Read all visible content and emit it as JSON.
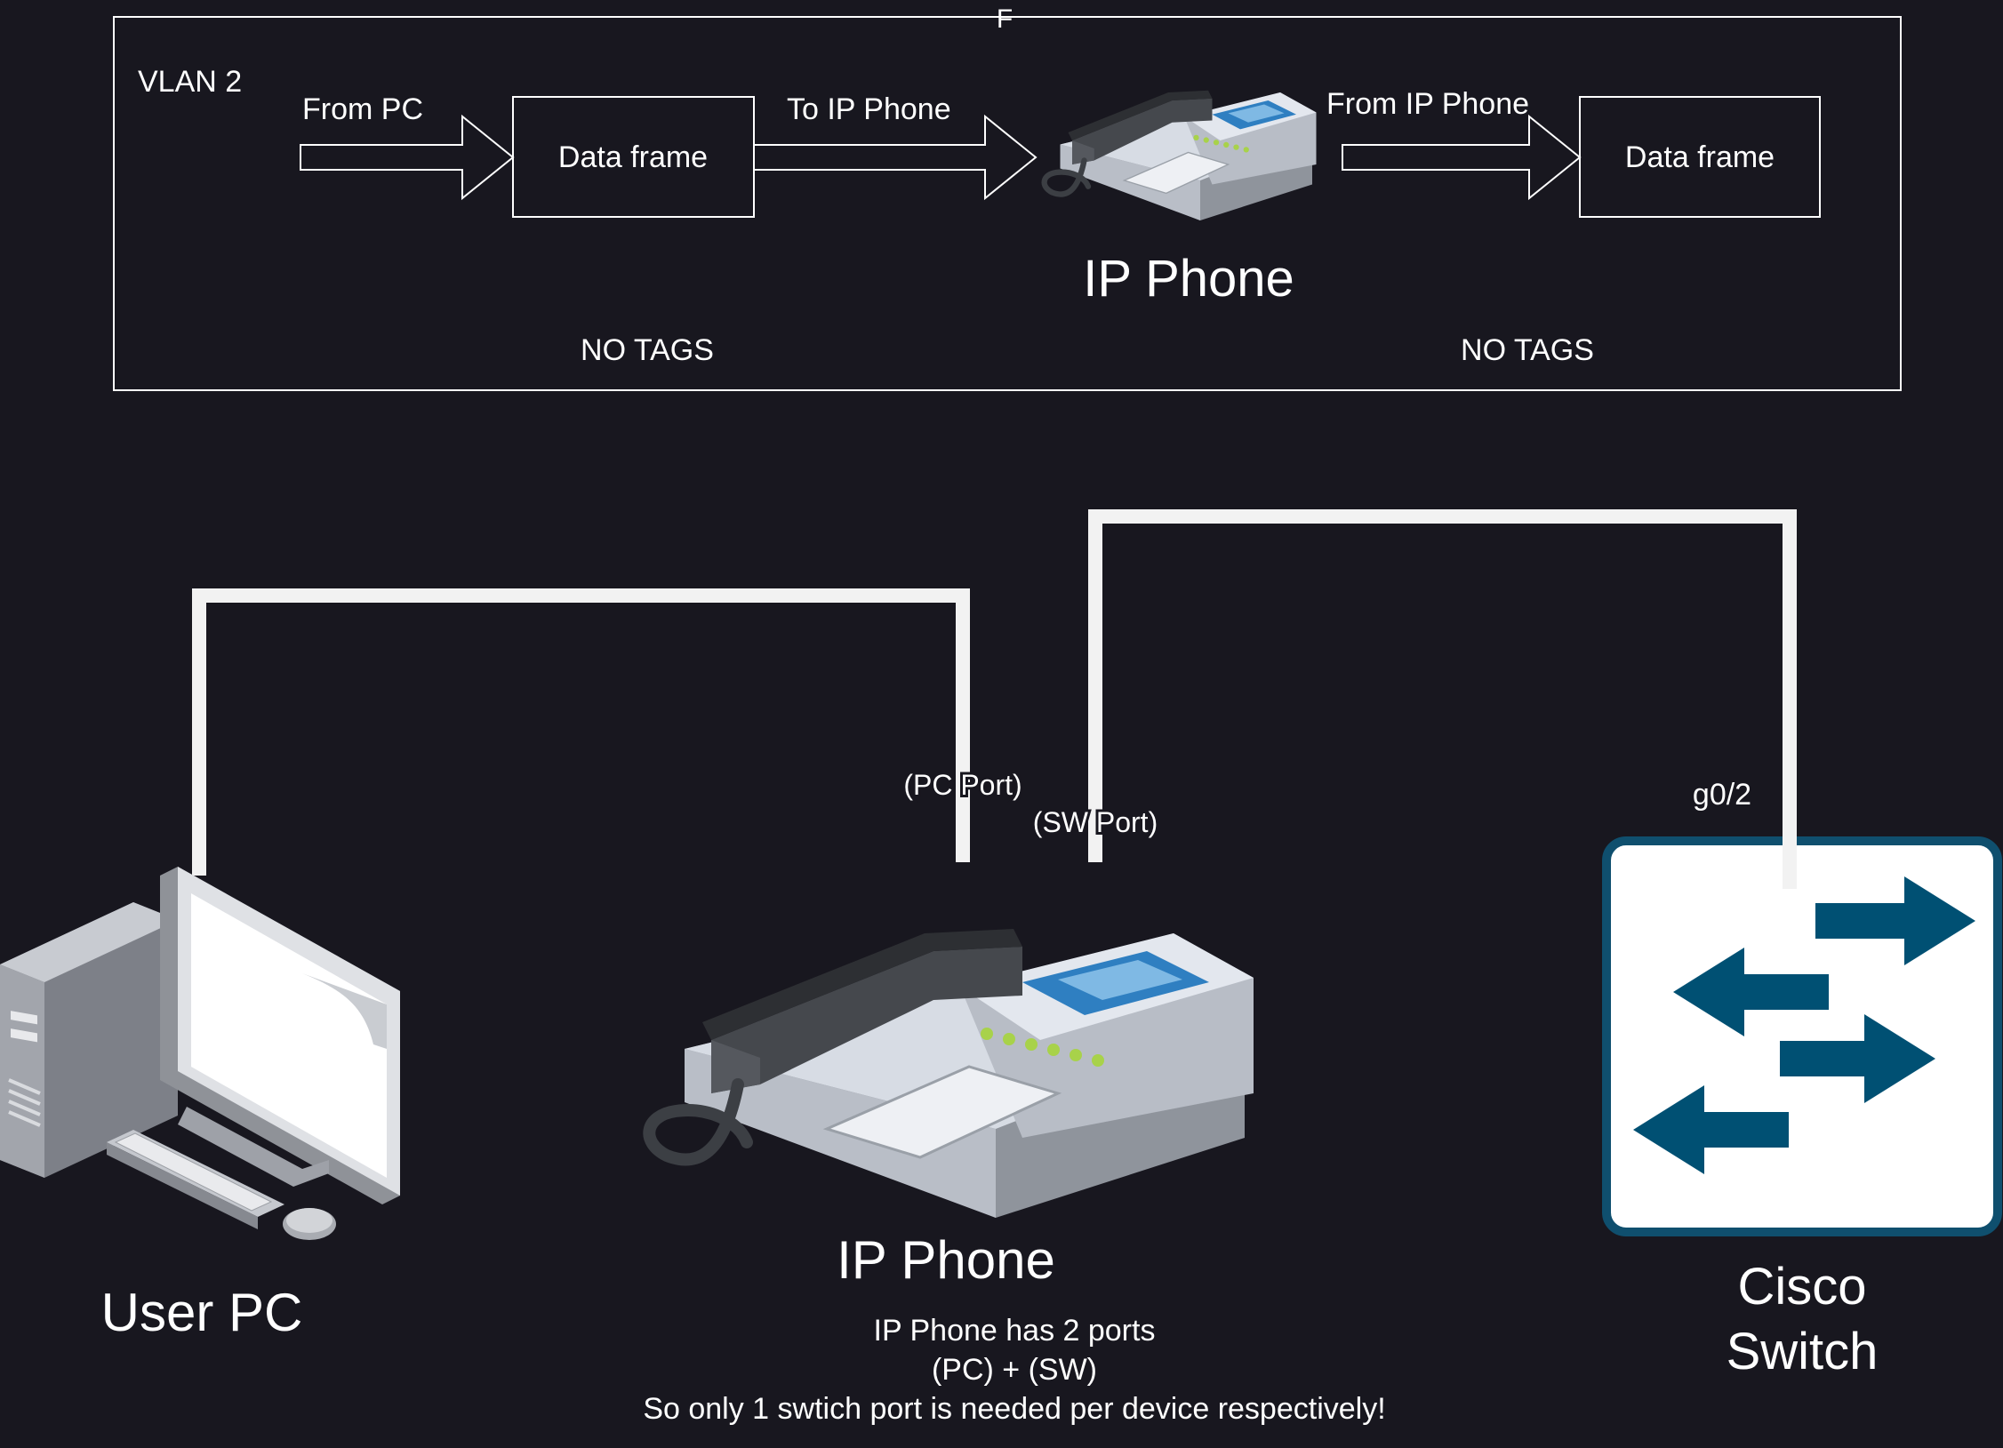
{
  "colors": {
    "background": "#18171f",
    "line": "#ffffff",
    "cable": "#f2f2f2",
    "switch_border": "#0f4f6e",
    "switch_arrow": "#005073"
  },
  "vlan_box": {
    "corner_mark": "F",
    "vlan_label": "VLAN 2",
    "from_pc_label": "From PC",
    "frame_left_label": "Data frame",
    "to_phone_label": "To IP Phone",
    "phone_label": "IP Phone",
    "from_phone_label": "From IP Phone",
    "frame_right_label": "Data frame",
    "no_tags_left": "NO TAGS",
    "no_tags_right": "NO TAGS"
  },
  "topology": {
    "pc_label": "User PC",
    "phone_label": "IP Phone",
    "pc_port_label": "(PC Port)",
    "sw_port_label": "(SW Port)",
    "switch_port_label": "g0/2",
    "switch_label_line1": "Cisco",
    "switch_label_line2": "Switch"
  },
  "note": {
    "line1": "IP Phone has 2 ports",
    "line2": "(PC) + (SW)",
    "line3": "So only 1 swtich port is needed per device respectively!"
  },
  "icons": {
    "pc": "desktop-computer-icon",
    "phone": "ip-phone-icon",
    "switch": "network-switch-icon"
  }
}
